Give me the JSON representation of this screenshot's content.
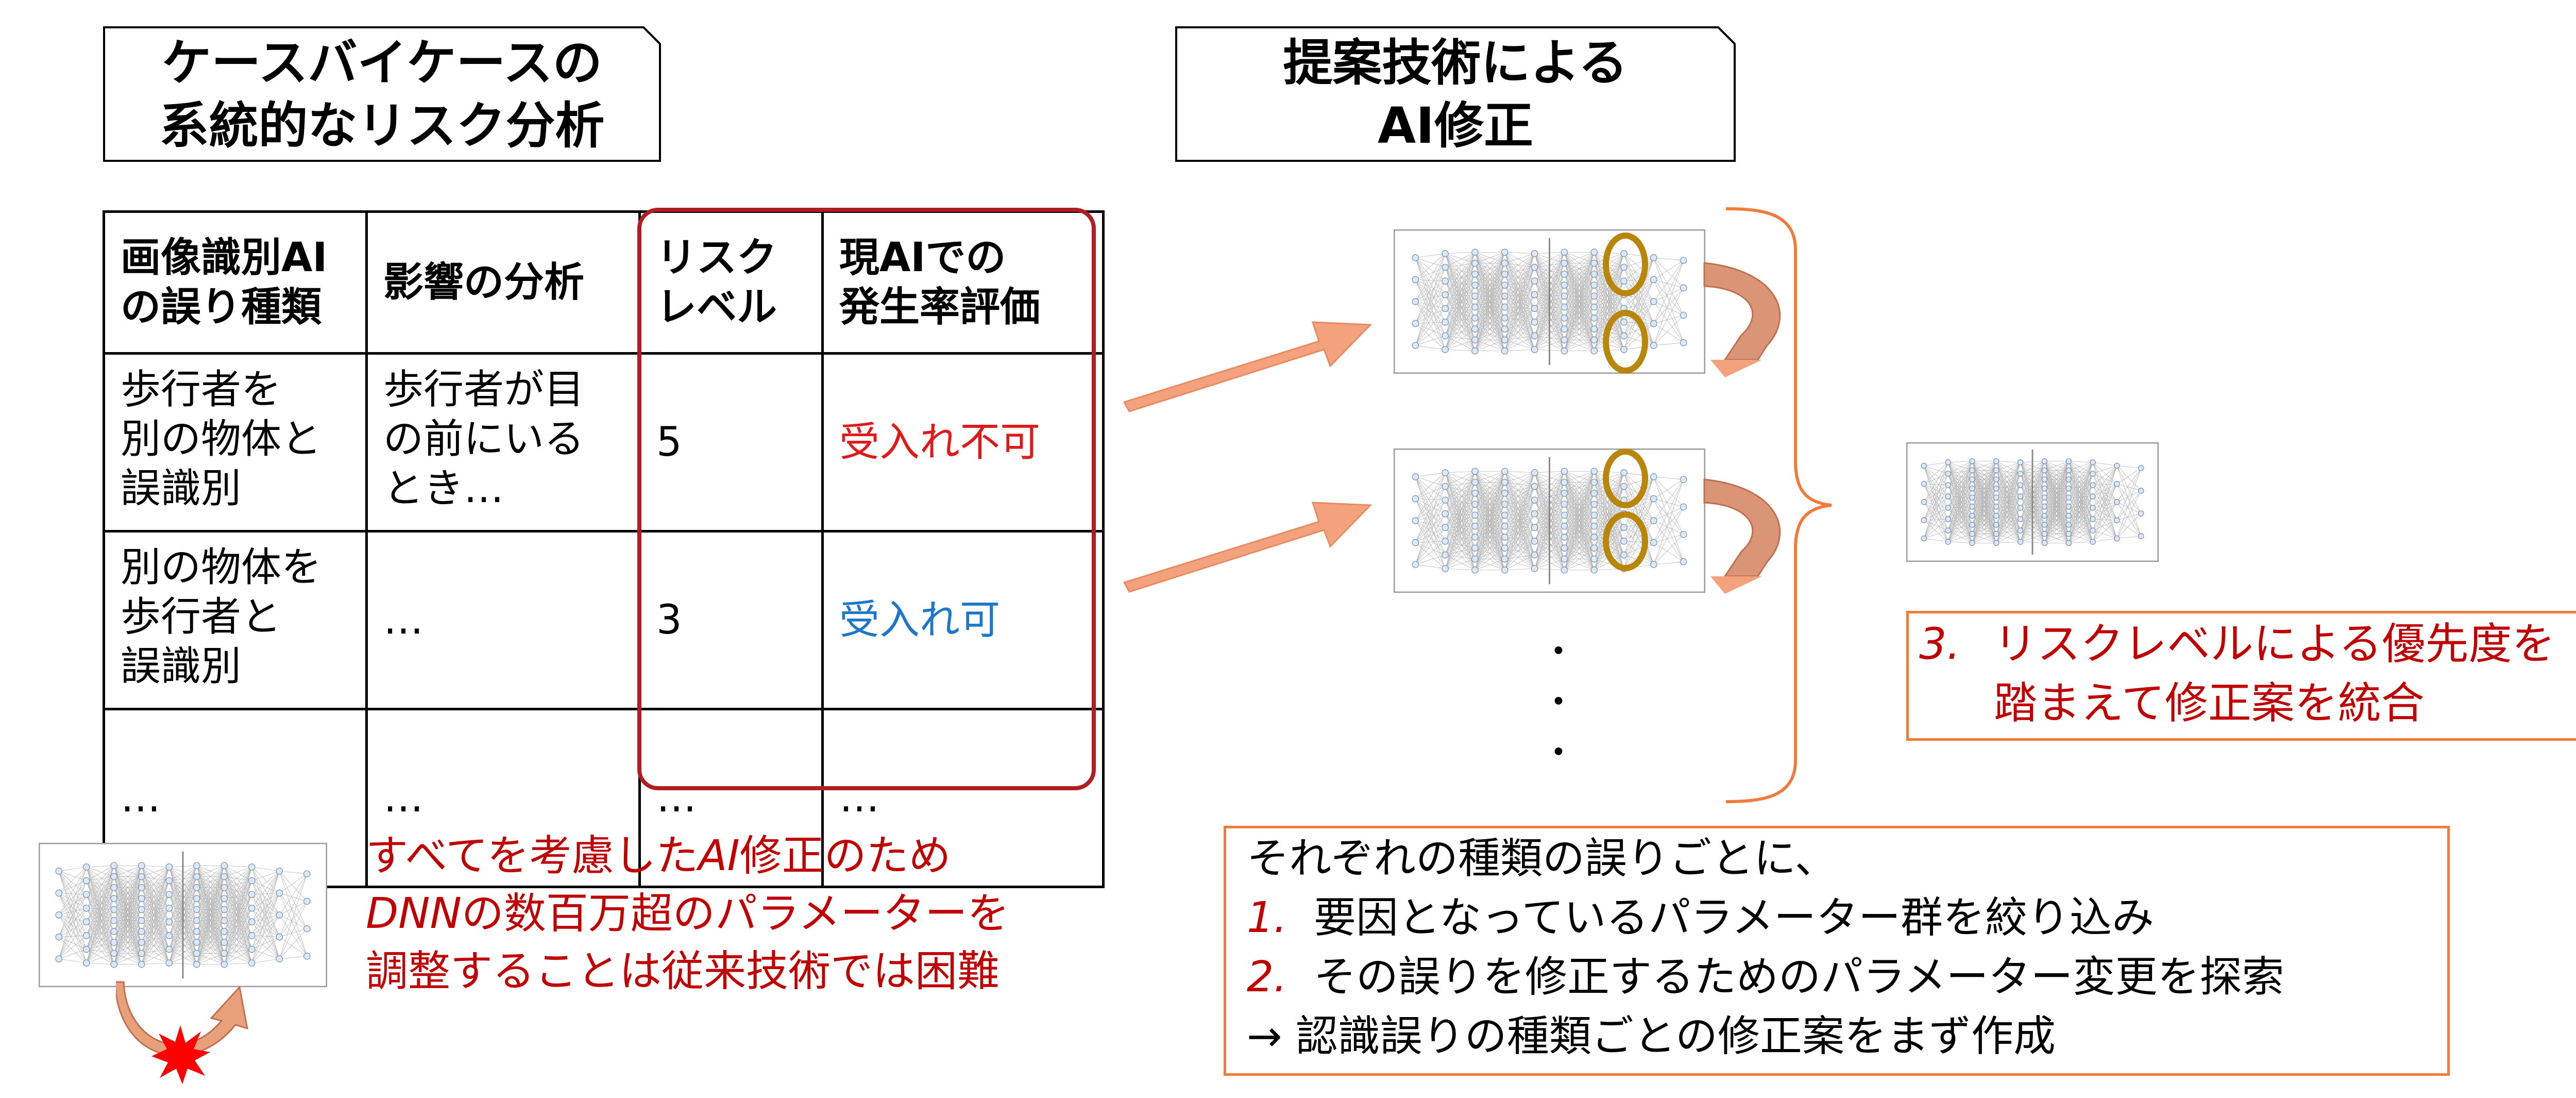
{
  "left_heading": {
    "line1": "ケースバイケースの",
    "line2": "系統的なリスク分析"
  },
  "right_heading": {
    "line1": "提案技術による",
    "line2": "AI修正"
  },
  "table": {
    "headers": [
      "画像識別AIの誤り種類",
      "影響の分析",
      "リスクレベル",
      "現AIでの発生率評価"
    ],
    "header_lines": [
      [
        "画像識別AI",
        "の誤り種類"
      ],
      [
        "影響の分析"
      ],
      [
        "リスク",
        "レベル"
      ],
      [
        "現AIでの",
        "発生率評価"
      ]
    ],
    "rows": [
      {
        "error_type": [
          "歩行者を",
          "別の物体と",
          "誤識別"
        ],
        "impact": [
          "歩行者が目",
          "の前にいる",
          "とき…"
        ],
        "risk_level": "5",
        "evaluation": "受入れ不可",
        "evaluation_color": "#E0191A"
      },
      {
        "error_type": [
          "別の物体を",
          "歩行者と",
          "誤識別"
        ],
        "impact": [
          "…"
        ],
        "risk_level": "3",
        "evaluation": "受入れ可",
        "evaluation_color": "#1F77C8"
      },
      {
        "error_type": [
          "…"
        ],
        "impact": [
          "…"
        ],
        "risk_level": "…",
        "evaluation": "…"
      }
    ]
  },
  "bottom_left_note": {
    "line1_prefix": "すべてを考慮した",
    "line1_italic": "AI",
    "line1_suffix": "修正のため",
    "line2_italic": "DNN",
    "line2_suffix": "の数百万超のパラメーターを",
    "line3": "調整することは従来技術では困難"
  },
  "process_box": {
    "line1": "それぞれの種類の誤りごとに、",
    "step1_num": "1.",
    "step1_text": "要因となっているパラメーター群を絞り込み",
    "step2_num": "2.",
    "step2_text": "その誤りを修正するためのパラメーター変更を探索",
    "line4": "→ 認識誤りの種類ごとの修正案をまず作成"
  },
  "integration_box": {
    "step3_num": "3.",
    "line1": "リスクレベルによる優先度を",
    "line2": "踏まえて修正案を統合"
  },
  "ellipsis_dots": [
    "・",
    "・",
    "・"
  ],
  "colors": {
    "note_red": "#C00000",
    "orange_border": "#F07B3A",
    "arrow_fill": "#F4A27E",
    "highlight_ring": "#B8860B",
    "table_frame": "#B01E22",
    "burst": "#FF0000"
  }
}
